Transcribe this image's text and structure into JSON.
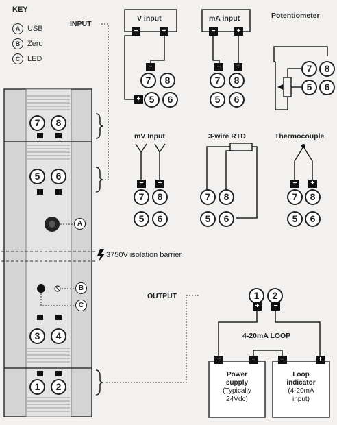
{
  "key": {
    "title": "KEY",
    "items": [
      {
        "letter": "A",
        "label": "USB"
      },
      {
        "letter": "B",
        "label": "Zero"
      },
      {
        "letter": "C",
        "label": "LED"
      }
    ]
  },
  "labels": {
    "input": "INPUT",
    "output": "OUTPUT",
    "isolation": "3750V isolation barrier",
    "loop": "4-20mA LOOP"
  },
  "input_types": {
    "v_input": "V input",
    "ma_input": "mA input",
    "potentiometer": "Potentiometer",
    "mv_input": "mV Input",
    "rtd": "3-wire RTD",
    "thermocouple": "Thermocouple"
  },
  "terminals": {
    "t1": "1",
    "t2": "2",
    "t3": "3",
    "t4": "4",
    "t5": "5",
    "t6": "6",
    "t7": "7",
    "t8": "8",
    "minus": "−",
    "plus": "+"
  },
  "markers": {
    "a": "A",
    "b": "B",
    "c": "C"
  },
  "output_boxes": {
    "power_supply": {
      "title1": "Power",
      "title2": "supply",
      "sub1": "(Typically",
      "sub2": "24Vdc)"
    },
    "loop_indicator": {
      "title1": "Loop",
      "title2": "indicator",
      "sub1": "(4-20mA",
      "sub2": "input)"
    }
  }
}
